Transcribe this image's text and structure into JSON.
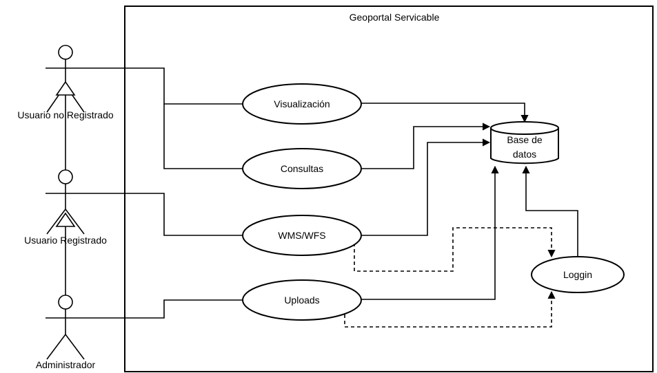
{
  "system": {
    "title": "Geoportal Servicable"
  },
  "actors": {
    "unregistered": "Usuario no Registrado",
    "registered": "Usuario Registrado",
    "admin": "Administrador"
  },
  "use_cases": {
    "visualizacion": "Visualización",
    "consultas": "Consultas",
    "wms": "WMS/WFS",
    "uploads": "Uploads",
    "loggin": "Loggin"
  },
  "database": {
    "line1": "Base de",
    "line2": "datos"
  }
}
